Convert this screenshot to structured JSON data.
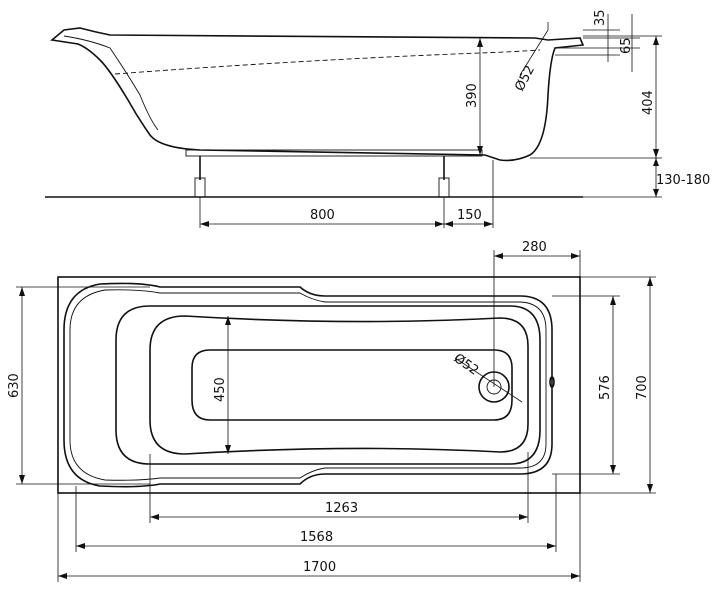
{
  "side_view": {
    "dims": {
      "rim_top": "35",
      "rim_drop": "65",
      "drain_diameter": "Ø52",
      "inner_depth": "390",
      "total_height": "404",
      "leg_height": "130-180",
      "leg_span": "800",
      "leg_offset": "150"
    }
  },
  "top_view": {
    "dims": {
      "drain_offset": "280",
      "inner_width": "450",
      "width": "630",
      "drain_diameter": "Ø52",
      "inner_outline_width": "576",
      "outer_width": "700",
      "inner_length": "1263",
      "inner_outline_length": "1568",
      "outer_length": "1700"
    }
  }
}
